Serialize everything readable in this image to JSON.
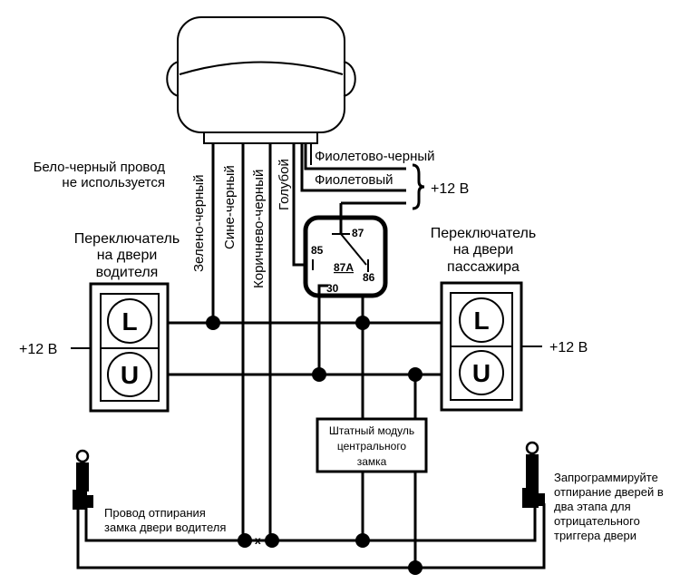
{
  "diagram": {
    "notes": {
      "white_black_unused": [
        "Бело-черный провод",
        "не используется"
      ],
      "driver_unlock_wire": [
        "Провод отпирания",
        "замка двери водителя"
      ],
      "program_note": [
        "Запрограммируйте",
        "отпирание дверей в",
        "два этапа для",
        "отрицательного",
        "триггера двери"
      ]
    },
    "alarm_unit": {
      "label": ""
    },
    "wires": {
      "green_black": "Зелено-черный",
      "blue_black": "Сине-черный",
      "brown_black": "Коричнево-черный",
      "light_blue": "Голубой",
      "violet_black": "Фиолетово-черный",
      "violet": "Фиолетовый"
    },
    "power": {
      "bracket_label": "+12 В",
      "left_label": "+12 В",
      "right_label": "+12 В"
    },
    "relay": {
      "pins": {
        "p87": "87",
        "p85": "85",
        "p87a": "87A",
        "p86": "86",
        "p30": "30"
      }
    },
    "switches": {
      "driver": {
        "title": [
          "Переключатель",
          "на двери",
          "водителя"
        ],
        "lock": "L",
        "unlock": "U"
      },
      "passenger": {
        "title": [
          "Переключатель",
          "на двери",
          "пассажира"
        ],
        "lock": "L",
        "unlock": "U"
      }
    },
    "module": {
      "label": [
        "Штатный модуль",
        "центрального",
        "замка"
      ]
    },
    "cut_mark": "x"
  }
}
